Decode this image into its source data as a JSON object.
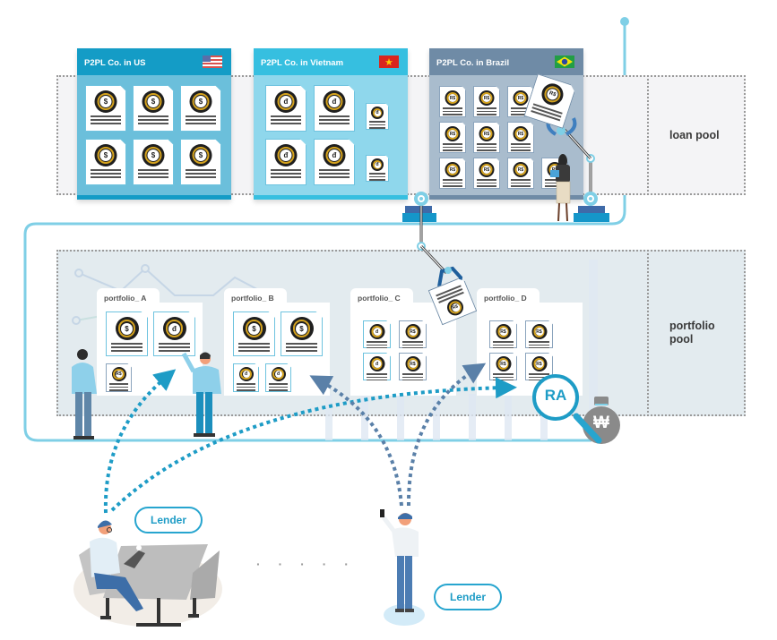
{
  "pools": {
    "loan_pool_label": "loan pool",
    "portfolio_pool_label": "portfolio pool"
  },
  "companies": [
    {
      "name": "P2PL Co. in US",
      "country": "US",
      "flag": "us-flag",
      "currency_symbol": "$",
      "loan_count": 6,
      "header_color": "#149cc6",
      "body_color": "#6bbfdb"
    },
    {
      "name": "P2PL Co. in Vietnam",
      "country": "Vietnam",
      "flag": "vietnam-flag",
      "currency_symbol": "đ",
      "loan_count": 6,
      "header_color": "#36bfe0",
      "body_color": "#8fd7ec"
    },
    {
      "name": "P2PL Co. in Brazil",
      "country": "Brazil",
      "flag": "brazil-flag",
      "currency_symbol": "R$",
      "loan_count": 12,
      "header_color": "#6f8ba6",
      "body_color": "#a9bccd"
    }
  ],
  "portfolios": [
    {
      "label": "portfolio_ A",
      "loans": [
        "$",
        "đ",
        "R$"
      ]
    },
    {
      "label": "portfolio_ B",
      "loans": [
        "$",
        "$",
        "đ",
        "đ"
      ]
    },
    {
      "label": "portfolio_ C",
      "loans": [
        "đ",
        "R$",
        "đ",
        "R$"
      ]
    },
    {
      "label": "portfolio_ D",
      "loans": [
        "R$",
        "R$",
        "R$",
        "R$"
      ]
    }
  ],
  "moving_loan": {
    "from": "loan pool",
    "to": "portfolio pool",
    "currency_symbol": "R$"
  },
  "picked_loan": {
    "currency_symbol": "R$"
  },
  "rating_agency": {
    "label": "RA",
    "money_bag_symbol": "₩"
  },
  "lenders": [
    {
      "label": "Lender",
      "device": "laptop",
      "targets": [
        "portfolio_ A",
        "portfolio_ D"
      ]
    },
    {
      "label": "Lender",
      "device": "smartphone",
      "targets": [
        "portfolio_ B",
        "portfolio_ D"
      ]
    }
  ],
  "ellipsis": "· · · · ·",
  "colors": {
    "accent": "#27a5cf",
    "pipe": "#7fcfe6",
    "arrow_light": "#1e9cc6",
    "arrow_dark": "#5a80a8",
    "gold_ring": "#d4a21e"
  }
}
